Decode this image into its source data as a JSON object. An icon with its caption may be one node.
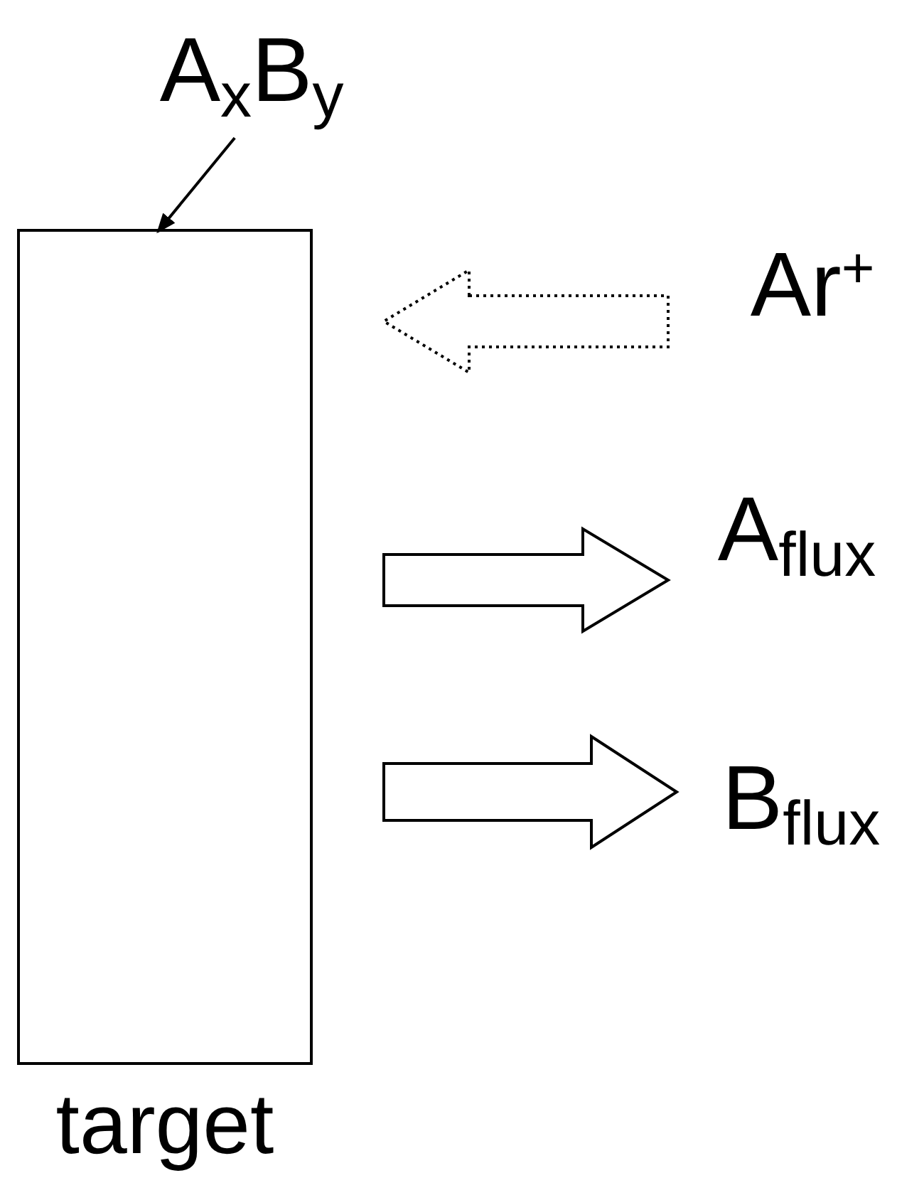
{
  "diagram": {
    "nodes": [
      {
        "text": [
          "A$_{x}$B$_{y}$"
        ]
      },
      {
        "text": [
          "target"
        ]
      },
      {
        "text": [
          "Ar$^{+}$"
        ]
      },
      {
        "text": [
          "A$_{flux}$"
        ]
      },
      {
        "text": [
          "B$_{flux}$"
        ]
      }
    ],
    "edges": [
      {
        "from": 0,
        "to": 1,
        "arrow": "to"
      },
      {
        "from": 2,
        "to": 1,
        "arrow": "to",
        "style": "dashed"
      },
      {
        "from": 1,
        "to": 3,
        "arrow": "to"
      },
      {
        "from": 1,
        "to": 4,
        "arrow": "to"
      }
    ]
  }
}
